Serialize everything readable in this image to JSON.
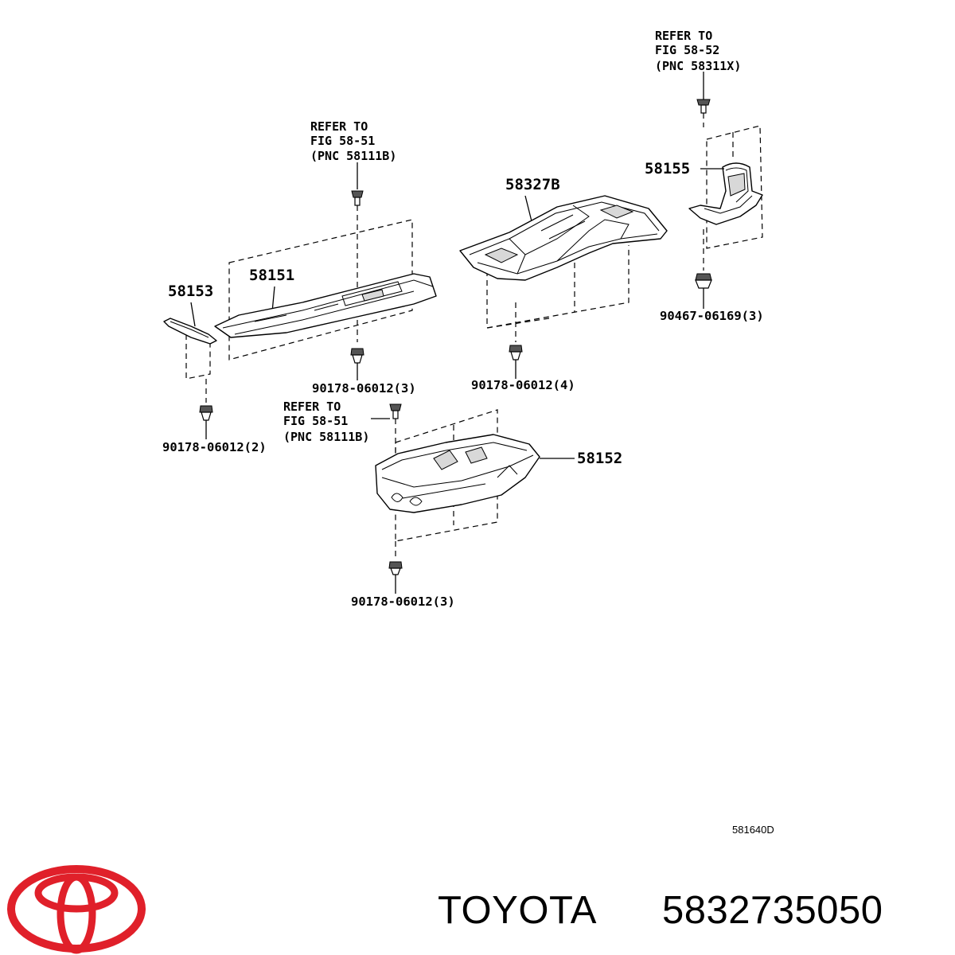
{
  "refs": {
    "ref_58_52": {
      "line1": "REFER TO",
      "line2": "FIG 58-52",
      "line3": "(PNC 58311X)"
    },
    "ref_58_51_top": {
      "line1": "REFER TO",
      "line2": "FIG 58-51",
      "line3": "(PNC 58111B)"
    },
    "ref_58_51_bottom": {
      "line1": "REFER TO",
      "line2": "FIG 58-51",
      "line3": "(PNC 58111B)"
    }
  },
  "parts": {
    "p58155": "58155",
    "p58327B": "58327B",
    "p58151": "58151",
    "p58153": "58153",
    "p58152": "58152"
  },
  "fasteners": {
    "f90467": "90467-06169(3)",
    "f90178_a": "90178-06012(3)",
    "f90178_b": "90178-06012(4)",
    "f90178_c": "90178-06012(2)",
    "f90178_d": "90178-06012(3)"
  },
  "illustration_id": "581640D",
  "brand": {
    "name": "TOYOTA",
    "part_number": "5832735050",
    "logo_color": "#e0202a",
    "logo_icon": "toyota-logo"
  }
}
